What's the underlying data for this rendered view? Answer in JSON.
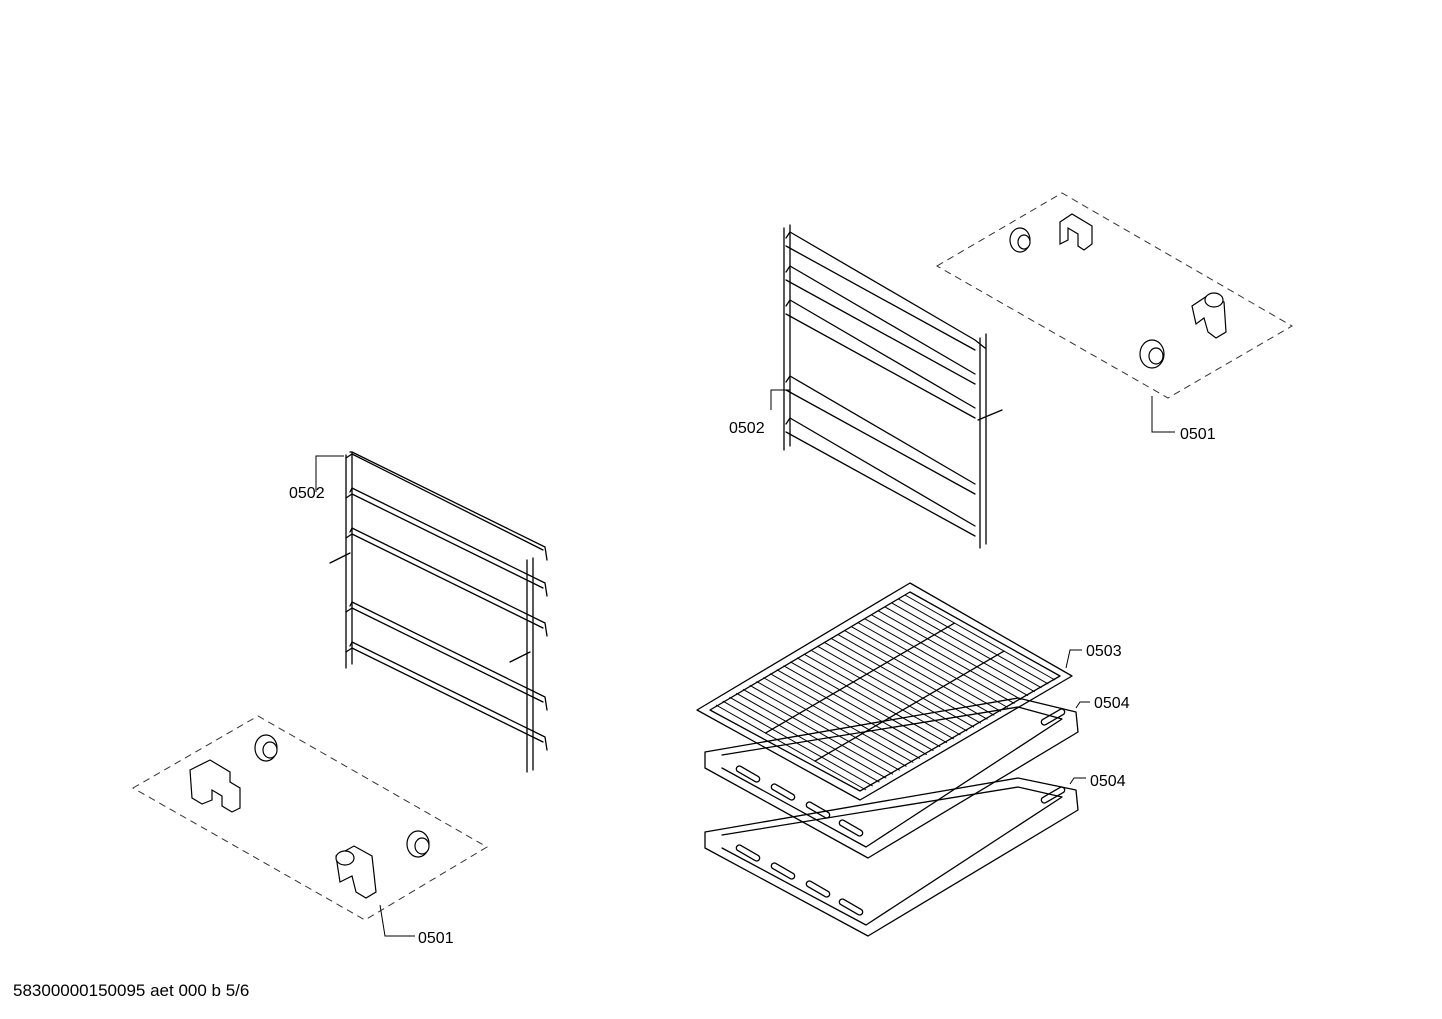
{
  "callouts": {
    "rack_left": "0502",
    "rack_right": "0502",
    "clips_left": "0501",
    "clips_right": "0501",
    "wire_shelf": "0503",
    "tray_upper": "0504",
    "tray_lower": "0504"
  },
  "footer": {
    "document_code": "58300000150095 aet 000 b 5/6"
  }
}
